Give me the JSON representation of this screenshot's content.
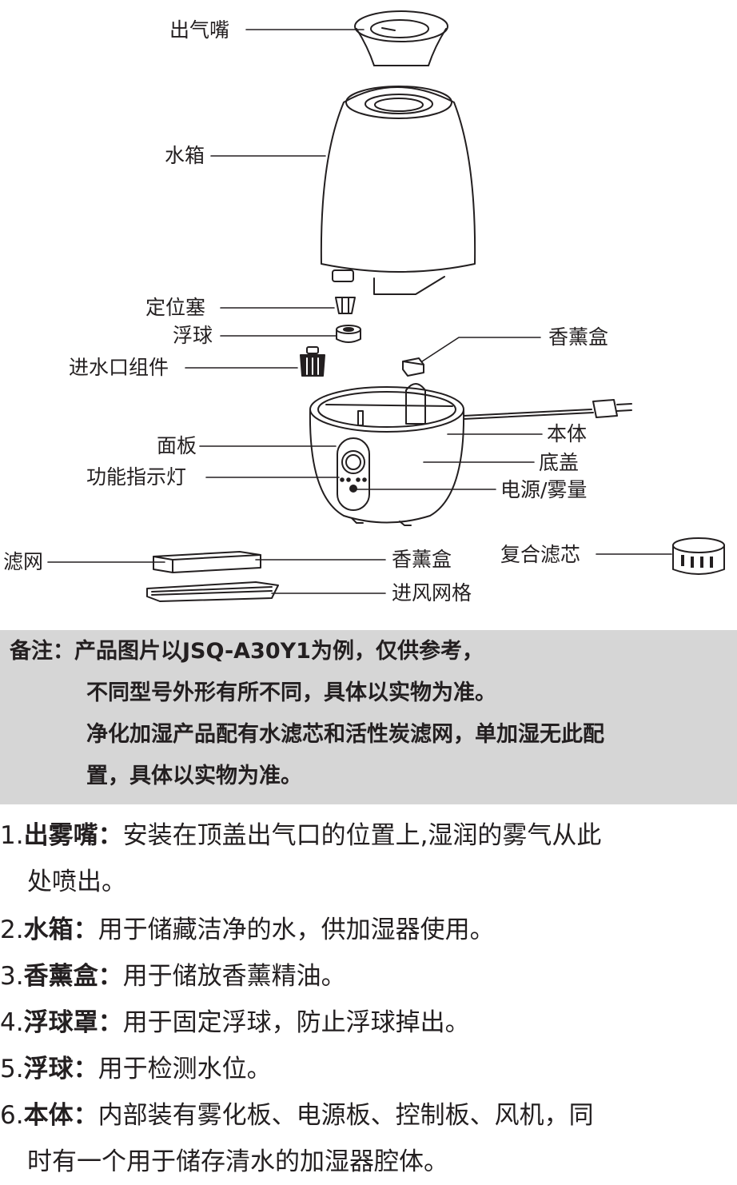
{
  "labels": {
    "nozzle": "出气嘴",
    "tank": "水箱",
    "locator": "定位塞",
    "float": "浮球",
    "inlet": "进水口组件",
    "aroma_top": "香薰盒",
    "panel": "面板",
    "indicator": "功能指示灯",
    "body": "本体",
    "base_cover": "底盖",
    "power_mist": "电源/雾量",
    "filter": "滤网",
    "aroma_bottom": "香薰盒",
    "vent": "进风网格",
    "composite": "复合滤芯"
  },
  "note": {
    "l1": "备注：产品图片以JSQ-A30Y1为例，仅供参考，",
    "l2": "不同型号外形有所不同，具体以实物为准。",
    "l3": "净化加湿产品配有水滤芯和活性炭滤网，单加湿无此配",
    "l4": "置，具体以实物为准。"
  },
  "items": [
    {
      "num": "1.",
      "term": "出雾嘴：",
      "text": "安装在顶盖出气口的位置上,湿润的雾气从此",
      "cont": "处喷出。"
    },
    {
      "num": "2.",
      "term": "水箱：",
      "text": "用于储藏洁净的水，供加湿器使用。"
    },
    {
      "num": "3.",
      "term": "香薰盒：",
      "text": "用于储放香薰精油。"
    },
    {
      "num": "4.",
      "term": "浮球罩：",
      "text": "用于固定浮球，防止浮球掉出。"
    },
    {
      "num": "5.",
      "term": "浮球：",
      "text": "用于检测水位。"
    },
    {
      "num": "6.",
      "term": "本体：",
      "text": "内部装有雾化板、电源板、控制板、风机，同",
      "cont": "时有一个用于储存清水的加湿器腔体。"
    }
  ]
}
